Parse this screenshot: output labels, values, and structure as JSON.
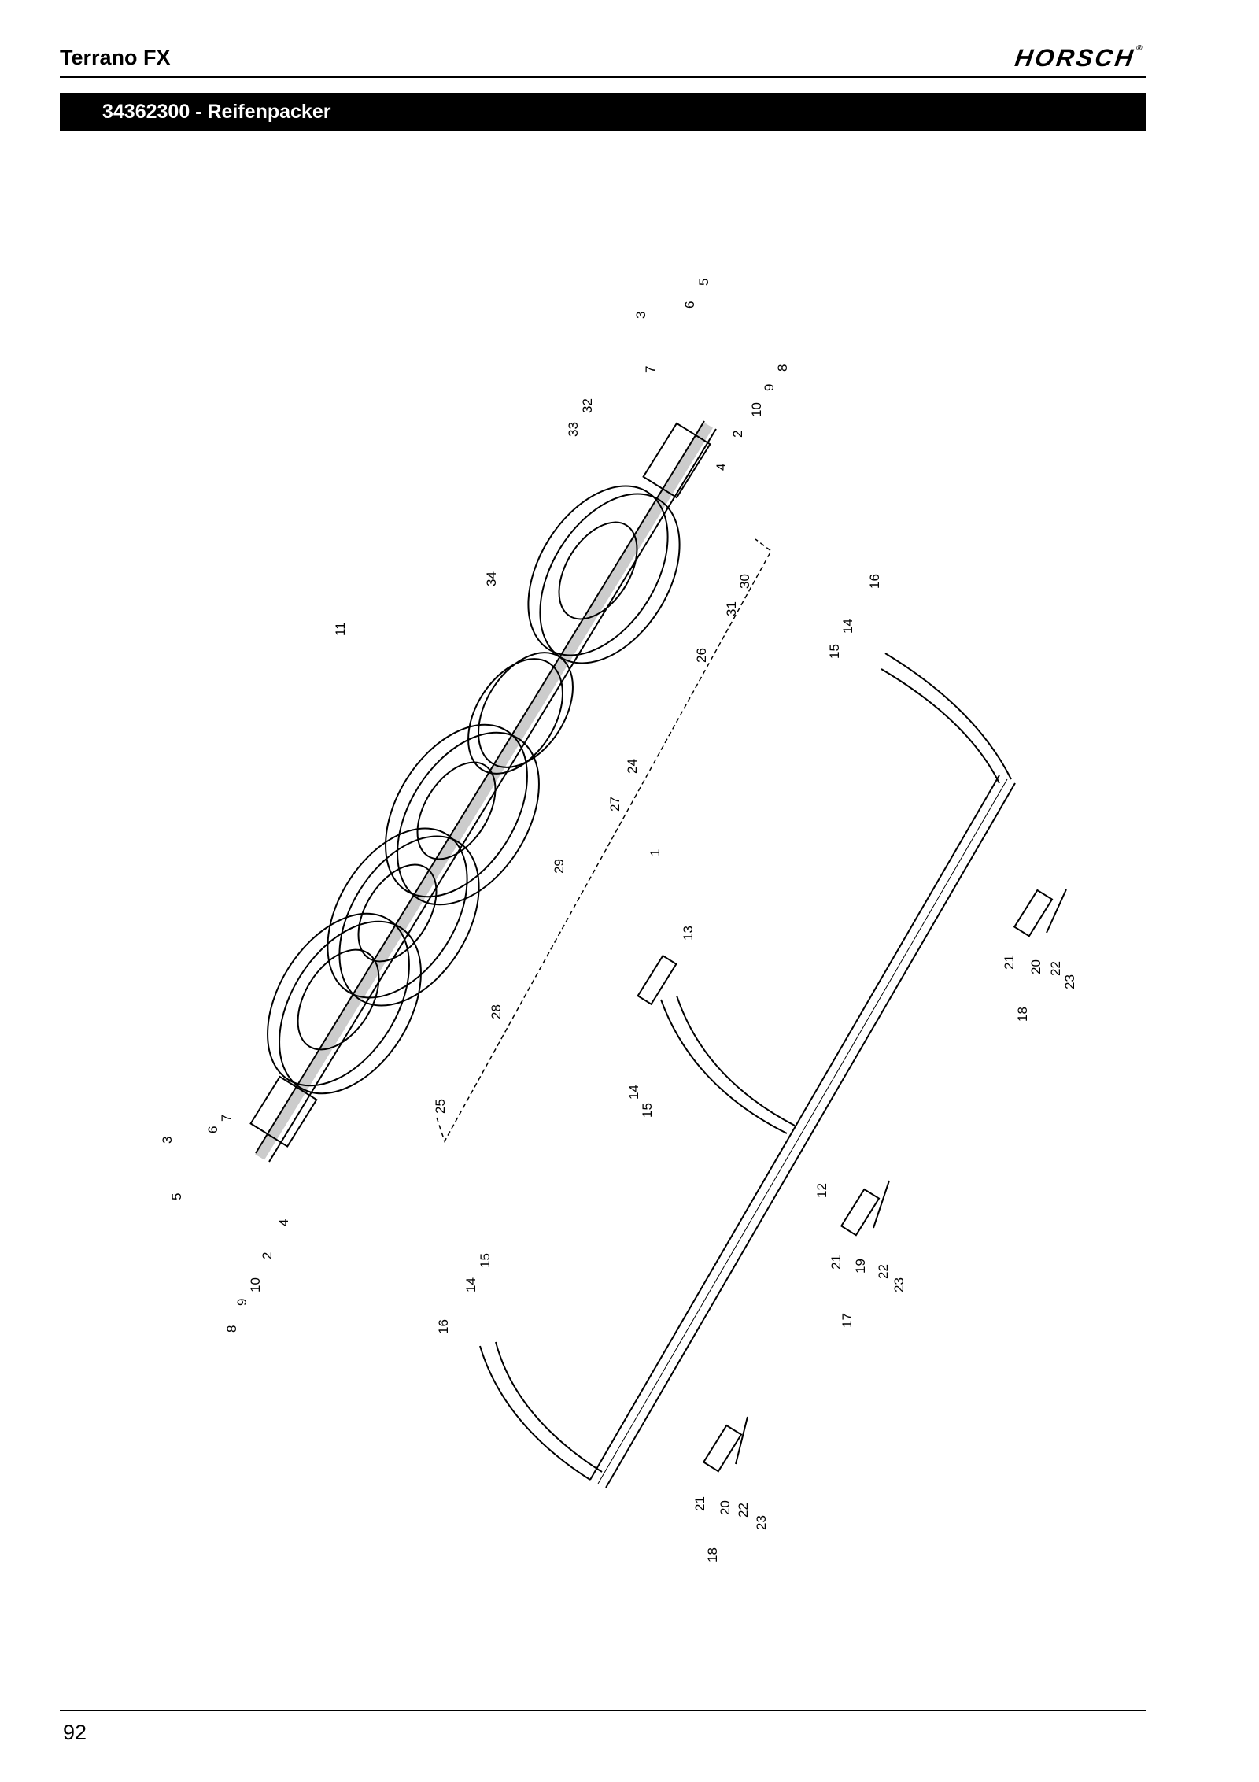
{
  "header": {
    "title": "Terrano FX",
    "logo": "HORSCH",
    "logo_mark": "®",
    "section": "34362300  -  Reifenpacker"
  },
  "footer": {
    "page_number": "92"
  },
  "callouts": [
    {
      "id": "c1",
      "text": "1"
    },
    {
      "id": "c2a",
      "text": "2"
    },
    {
      "id": "c2b",
      "text": "2"
    },
    {
      "id": "c3a",
      "text": "3"
    },
    {
      "id": "c3b",
      "text": "3"
    },
    {
      "id": "c4a",
      "text": "4"
    },
    {
      "id": "c4b",
      "text": "4"
    },
    {
      "id": "c5a",
      "text": "5"
    },
    {
      "id": "c5b",
      "text": "5"
    },
    {
      "id": "c6a",
      "text": "6"
    },
    {
      "id": "c6b",
      "text": "6"
    },
    {
      "id": "c7a",
      "text": "7"
    },
    {
      "id": "c7b",
      "text": "7"
    },
    {
      "id": "c8a",
      "text": "8"
    },
    {
      "id": "c8b",
      "text": "8"
    },
    {
      "id": "c9a",
      "text": "9"
    },
    {
      "id": "c9b",
      "text": "9"
    },
    {
      "id": "c10a",
      "text": "10"
    },
    {
      "id": "c10b",
      "text": "10"
    },
    {
      "id": "c11",
      "text": "11"
    },
    {
      "id": "c12",
      "text": "12"
    },
    {
      "id": "c13",
      "text": "13"
    },
    {
      "id": "c14a",
      "text": "14"
    },
    {
      "id": "c14b",
      "text": "14"
    },
    {
      "id": "c14c",
      "text": "14"
    },
    {
      "id": "c15a",
      "text": "15"
    },
    {
      "id": "c15b",
      "text": "15"
    },
    {
      "id": "c15c",
      "text": "15"
    },
    {
      "id": "c16a",
      "text": "16"
    },
    {
      "id": "c16b",
      "text": "16"
    },
    {
      "id": "c17",
      "text": "17"
    },
    {
      "id": "c18a",
      "text": "18"
    },
    {
      "id": "c18b",
      "text": "18"
    },
    {
      "id": "c19",
      "text": "19"
    },
    {
      "id": "c20a",
      "text": "20"
    },
    {
      "id": "c20b",
      "text": "20"
    },
    {
      "id": "c21a",
      "text": "21"
    },
    {
      "id": "c21b",
      "text": "21"
    },
    {
      "id": "c21c",
      "text": "21"
    },
    {
      "id": "c22a",
      "text": "22"
    },
    {
      "id": "c22b",
      "text": "22"
    },
    {
      "id": "c22c",
      "text": "22"
    },
    {
      "id": "c23a",
      "text": "23"
    },
    {
      "id": "c23b",
      "text": "23"
    },
    {
      "id": "c23c",
      "text": "23"
    },
    {
      "id": "c24",
      "text": "24"
    },
    {
      "id": "c25",
      "text": "25"
    },
    {
      "id": "c26",
      "text": "26"
    },
    {
      "id": "c27",
      "text": "27"
    },
    {
      "id": "c28",
      "text": "28"
    },
    {
      "id": "c29",
      "text": "29"
    },
    {
      "id": "c30",
      "text": "30"
    },
    {
      "id": "c31",
      "text": "31"
    },
    {
      "id": "c32",
      "text": "32"
    },
    {
      "id": "c33",
      "text": "33"
    },
    {
      "id": "c34",
      "text": "34"
    }
  ]
}
